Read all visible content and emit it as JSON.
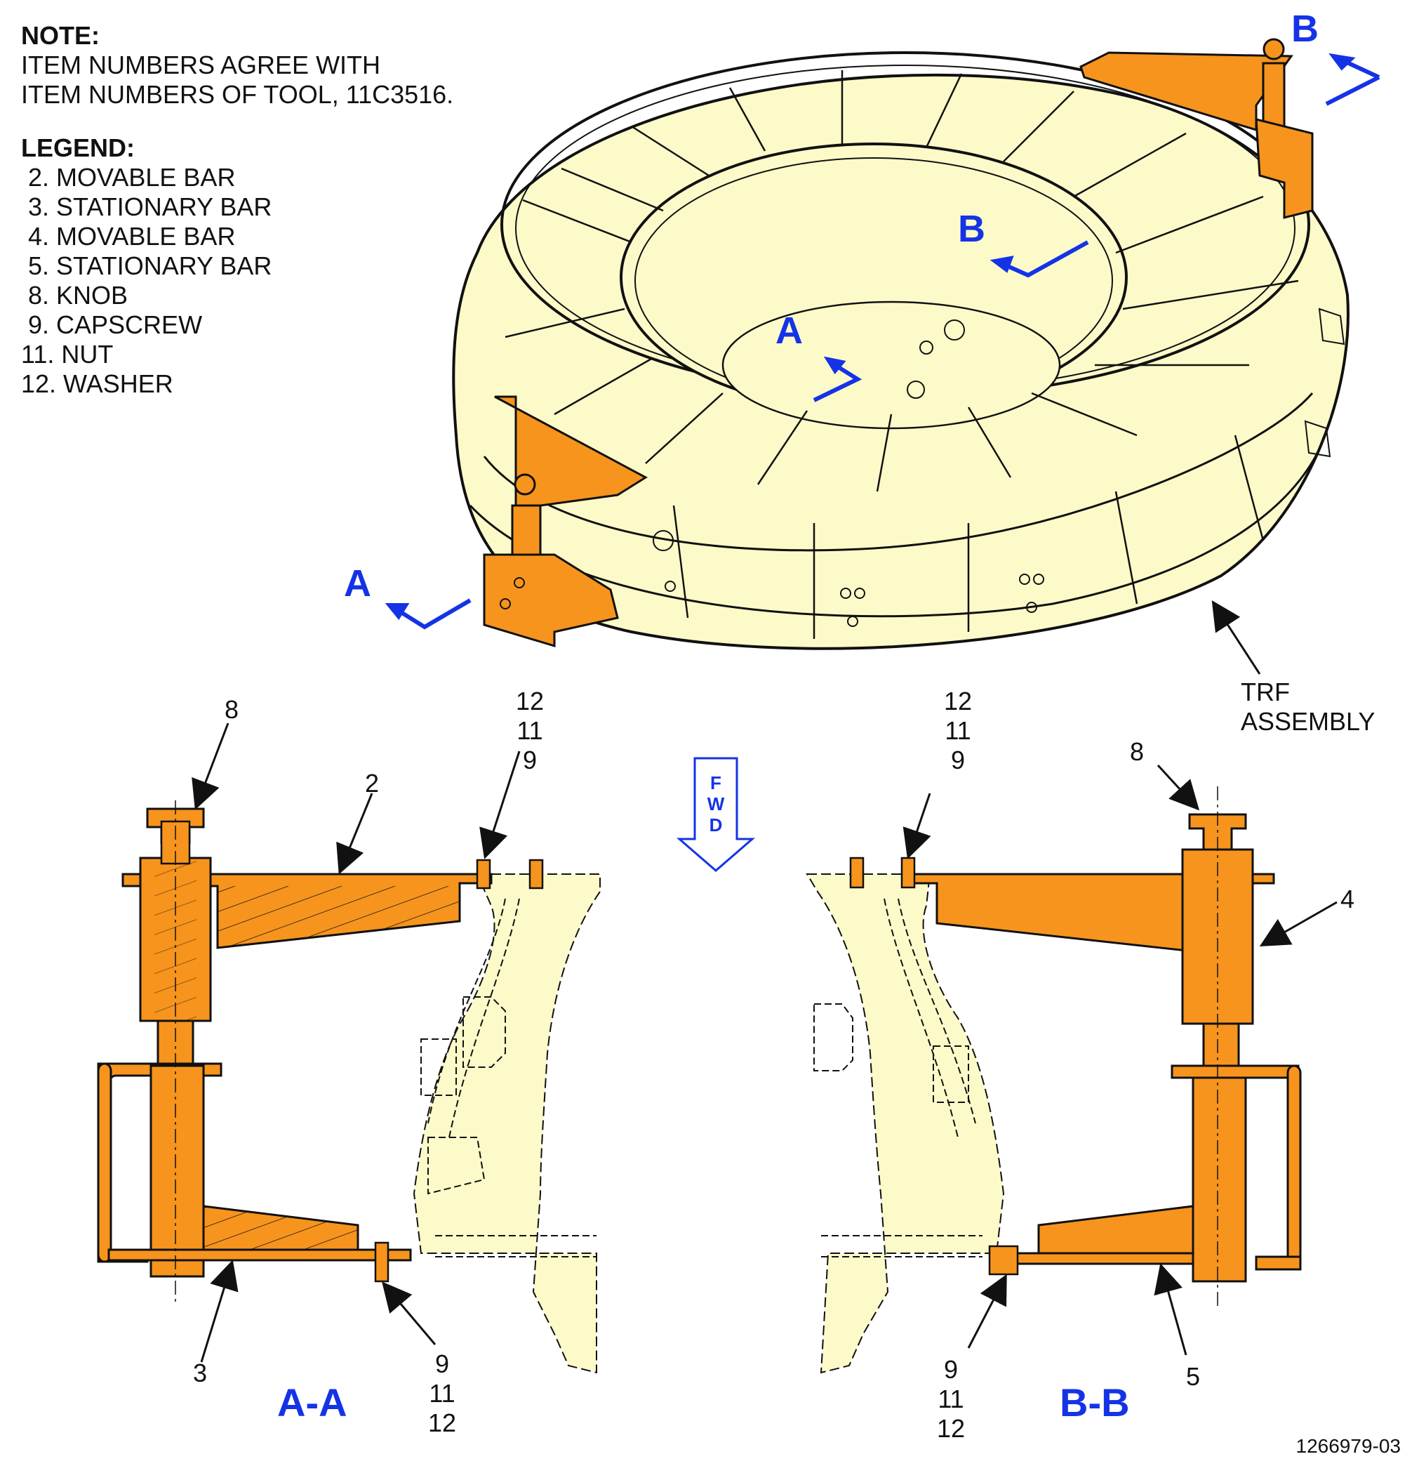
{
  "note": {
    "heading": "NOTE:",
    "lines": [
      "ITEM NUMBERS AGREE WITH",
      "ITEM NUMBERS OF TOOL, 11C3516."
    ]
  },
  "legend": {
    "heading": "LEGEND:",
    "items": [
      " 2. MOVABLE BAR",
      " 3. STATIONARY BAR",
      " 4. MOVABLE BAR",
      " 5. STATIONARY BAR",
      " 8. KNOB",
      " 9. CAPSCREW",
      "11. NUT",
      "12. WASHER"
    ]
  },
  "iso_view": {
    "label_B_top": "B",
    "label_B_inner": "B",
    "label_A_inner": "A",
    "label_A_left": "A",
    "assembly_label_1": "TRF",
    "assembly_label_2": "ASSEMBLY"
  },
  "section_aa": {
    "title": "A-A",
    "c8": "8",
    "c2": "2",
    "c_top_12": "12",
    "c_top_11": "11",
    "c_top_9": "9",
    "c3": "3",
    "c_bot_9": "9",
    "c_bot_11": "11",
    "c_bot_12": "12"
  },
  "section_bb": {
    "title": "B-B",
    "c_top_12": "12",
    "c_top_11": "11",
    "c_top_9": "9",
    "c8": "8",
    "c4": "4",
    "c5": "5",
    "c_bot_9": "9",
    "c_bot_11": "11",
    "c_bot_12": "12"
  },
  "fwd": {
    "l1": "F",
    "l2": "W",
    "l3": "D"
  },
  "drawing_id": "1266979-03",
  "colors": {
    "orange": "#f7941d",
    "cream": "#fdfac9",
    "blue": "#1533e6",
    "line": "#111111"
  }
}
